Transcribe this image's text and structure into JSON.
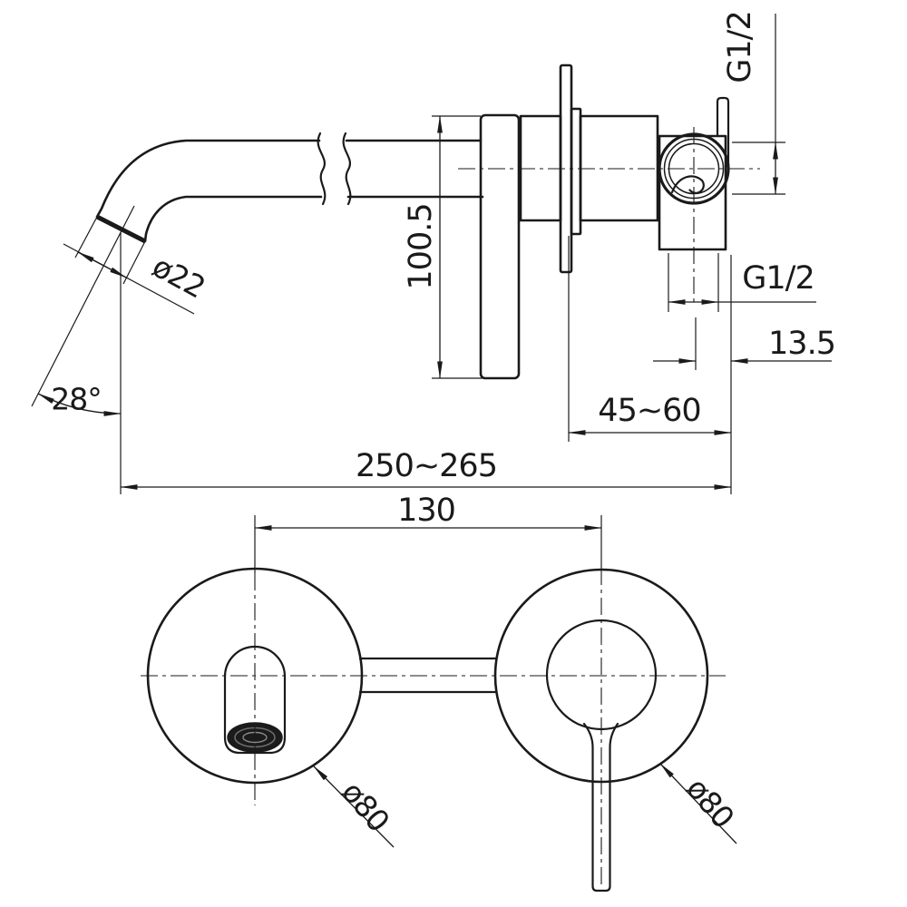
{
  "drawing": {
    "product": "Wall-mounted basin mixer installation dimension drawing",
    "colors": {
      "line": "#1a1a1a",
      "background": "#ffffff",
      "aerator": "#1b1b1b"
    },
    "side_view": {
      "dim_thread_top": "G1/2",
      "dim_spout_diameter": "ø22",
      "dim_handle_length": "100.5",
      "dim_thread_side": "G1/2",
      "dim_body_offset": "13.5",
      "dim_wall_depth_range": "45~60",
      "dim_total_reach_range": "250~265",
      "dim_spout_angle": "28°"
    },
    "front_view": {
      "dim_center_distance": "130",
      "dim_spout_plate_diameter": "ø80",
      "dim_handle_plate_diameter": "ø80"
    }
  }
}
